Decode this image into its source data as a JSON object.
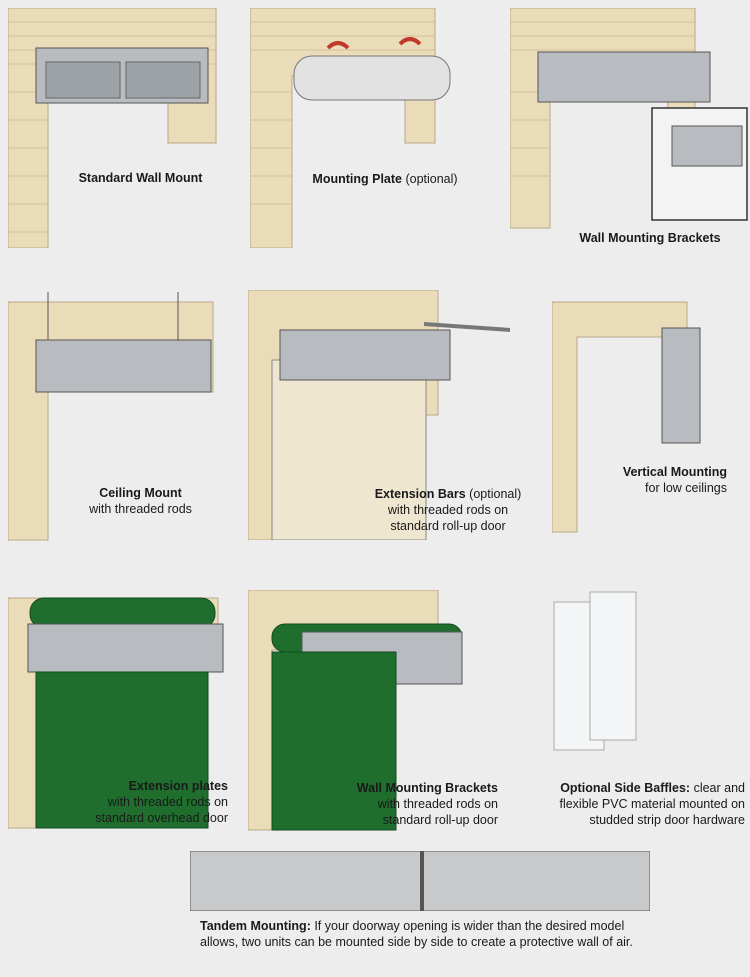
{
  "colors": {
    "brick": "#eadcb8",
    "mortar": "#b8a888",
    "unit": "#b8bcc0",
    "door_green": "#1f6e2e",
    "door_cream": "#efe6cf",
    "background": "#ededed"
  },
  "panels": [
    {
      "title": "Standard Wall Mount",
      "subtitle": ""
    },
    {
      "title": "Mounting Plate",
      "subtitle": " (optional)"
    },
    {
      "title": "Wall Mounting Brackets",
      "subtitle": ""
    },
    {
      "title": "Ceiling Mount",
      "subtitle": "with threaded rods"
    },
    {
      "title": "Extension Bars",
      "title_suffix": " (optional)",
      "subtitle": "with threaded rods on",
      "subtitle2": "standard roll-up door"
    },
    {
      "title": "Vertical Mounting",
      "subtitle": "for low ceilings"
    },
    {
      "title": "Extension plates",
      "subtitle": "with threaded rods on",
      "subtitle2": "standard overhead door"
    },
    {
      "title": "Wall Mounting Brackets",
      "subtitle": "with threaded rods on",
      "subtitle2": "standard roll-up door"
    },
    {
      "title": "Optional Side Baffles:",
      "title_suffix": " clear and",
      "subtitle": "flexible PVC material mounted on",
      "subtitle2": "studded strip door hardware"
    }
  ],
  "tandem": {
    "title": "Tandem Mounting:",
    "text": " If your doorway opening is wider than the desired model allows, two units can be mounted side by side to create a protective wall of air."
  }
}
